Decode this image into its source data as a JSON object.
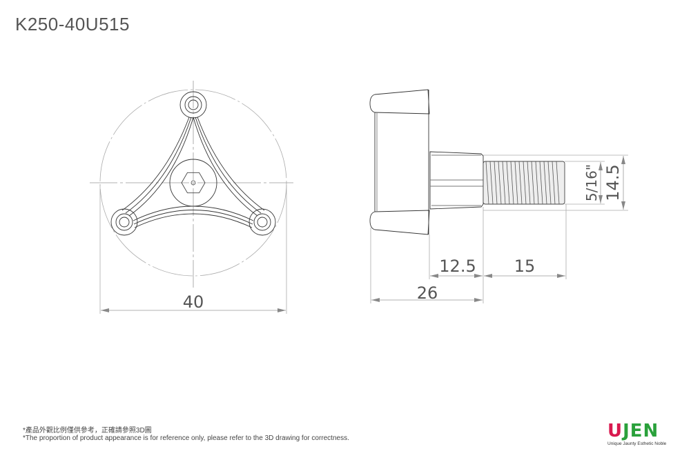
{
  "title": "K250-40U515",
  "notes": {
    "zh": "*產品外觀比例僅供參考，正確請參照3D圖",
    "en": "*The proportion of product appearance is for reference only, please refer to the 3D drawing for correctness."
  },
  "logo": {
    "letter_u": "U",
    "letters_rest": "JEN",
    "tagline": "Unique Jaunty Esthetic Noble",
    "colors": {
      "u": "#d9194f",
      "rest": "#2aa13b"
    }
  },
  "front_view": {
    "dimensions": {
      "diameter": "40"
    }
  },
  "side_view": {
    "dimensions": {
      "shank_length": "12.5",
      "thread_length": "15",
      "total_length": "26",
      "thread_size": "5/16\"",
      "shank_diameter": "14.5"
    }
  }
}
